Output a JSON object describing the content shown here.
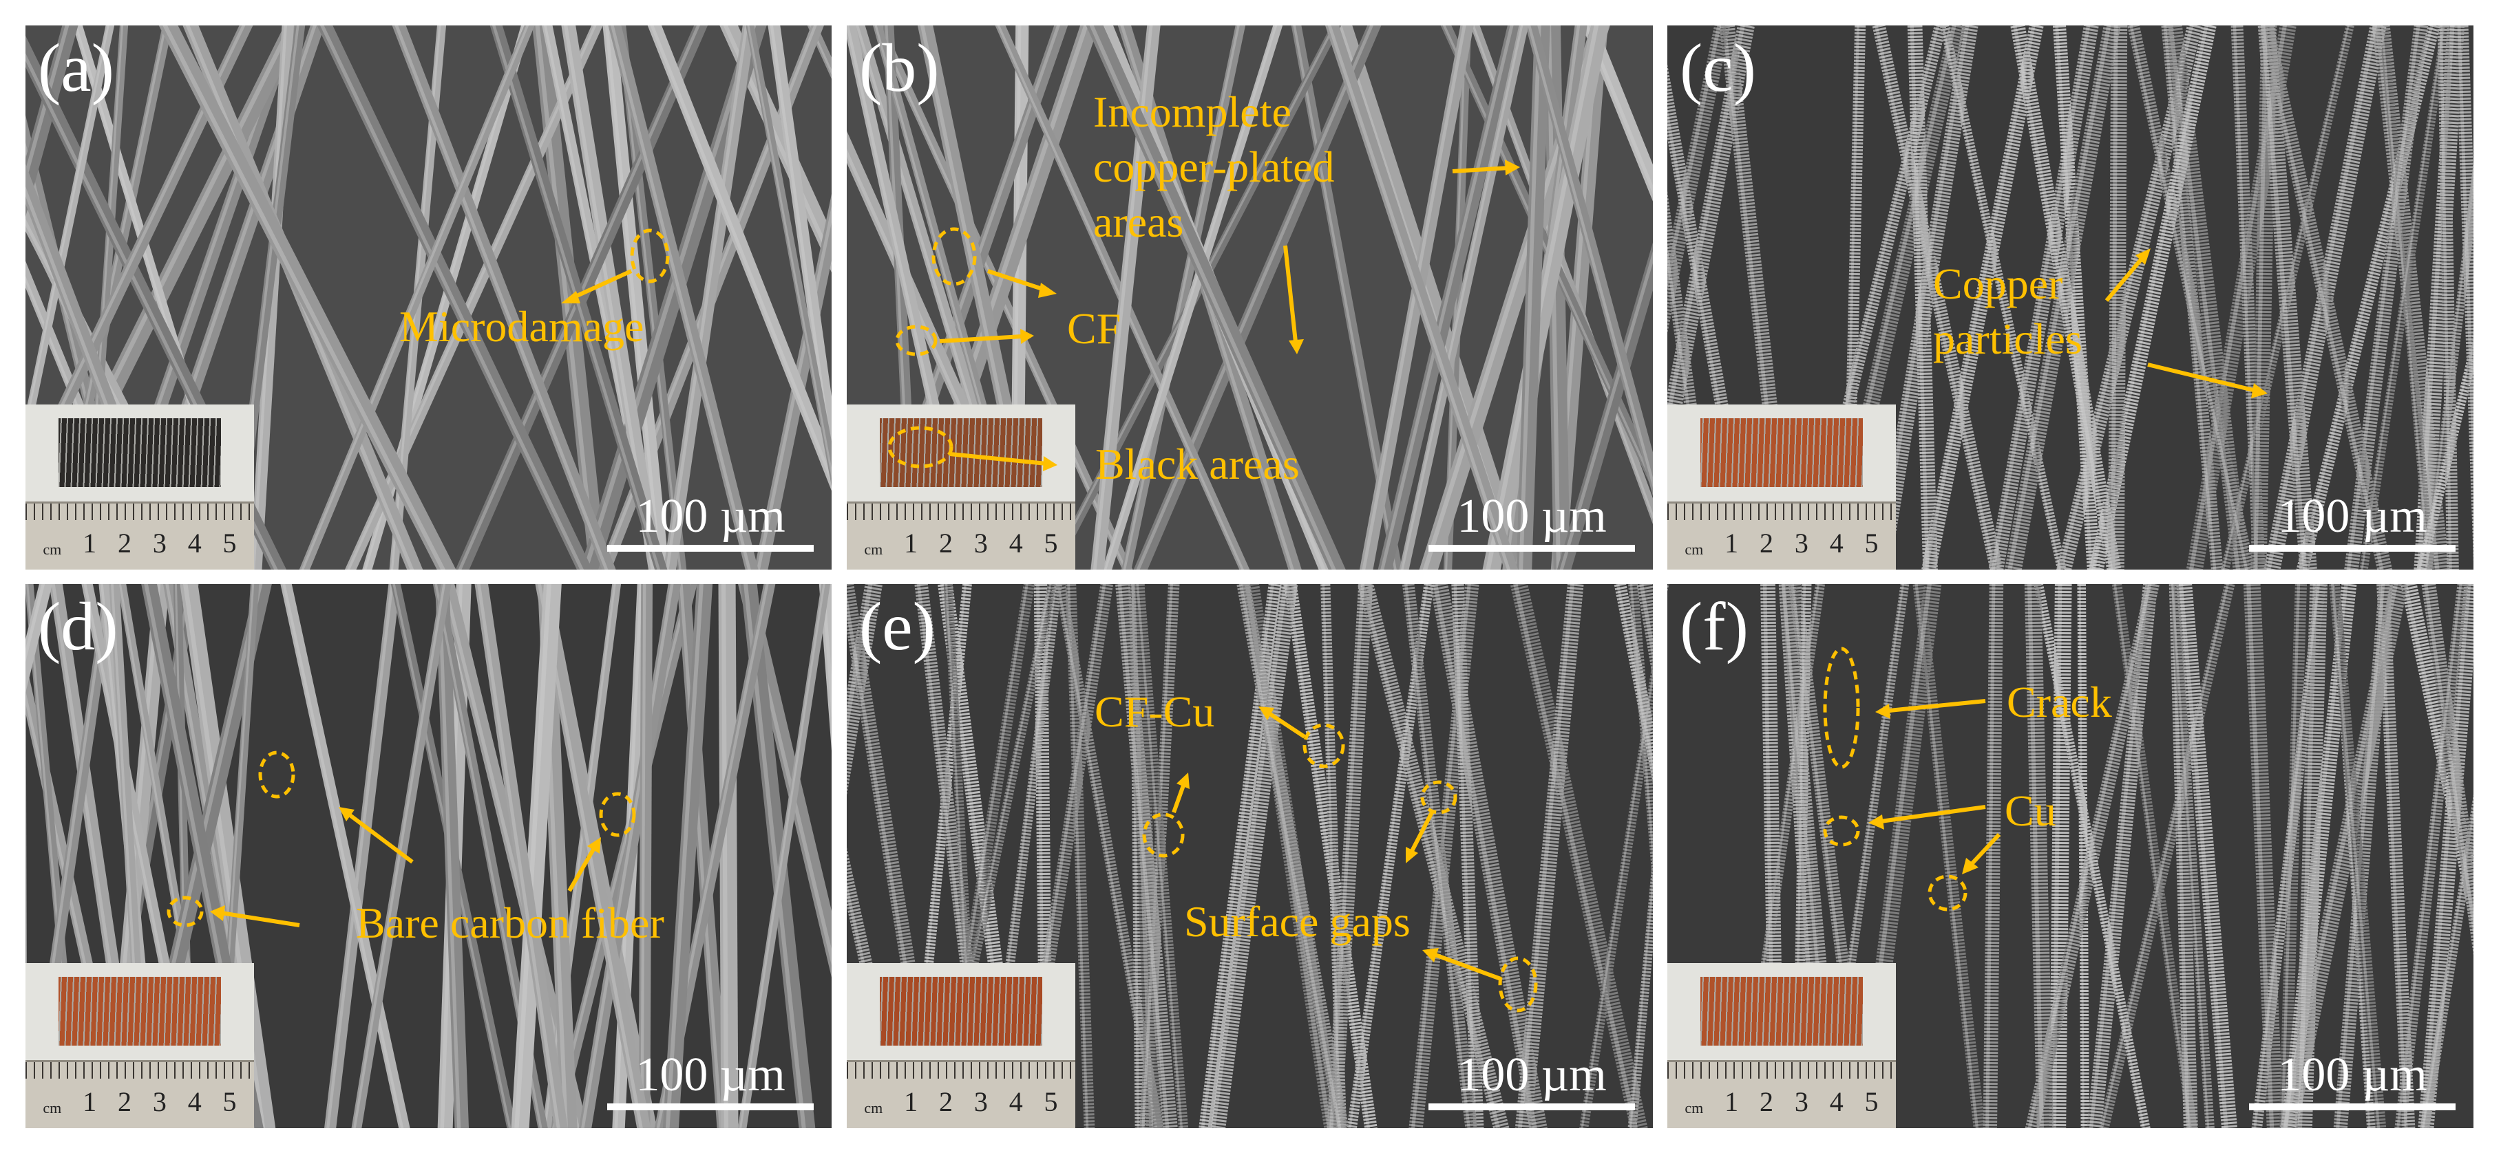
{
  "colors": {
    "annotation": "#ffc000",
    "background": "#ffffff",
    "sem_gray": "#4a4a4a",
    "scale_bar": "#ffffff"
  },
  "panels": [
    {
      "label": "(a)",
      "scale": "100 µm",
      "annotations": [
        "Microdamage"
      ],
      "bundle_color": "#2c2a28",
      "texture": "smooth"
    },
    {
      "label": "(b)",
      "scale": "100 µm",
      "annotations": [
        "Incomplete",
        "copper-plated",
        "areas",
        "CF",
        "Black areas"
      ],
      "bundle_color": "#8c4a2a",
      "texture": "partial"
    },
    {
      "label": "(c)",
      "scale": "100 µm",
      "annotations": [
        "Copper",
        "particles"
      ],
      "bundle_color": "#b0522a",
      "texture": "rough"
    },
    {
      "label": "(d)",
      "scale": "100 µm",
      "annotations": [
        "Bare carbon fiber"
      ],
      "bundle_color": "#b0522a",
      "texture": "smooth"
    },
    {
      "label": "(e)",
      "scale": "100 µm",
      "annotations": [
        "CF-Cu",
        "Surface gaps"
      ],
      "bundle_color": "#a84a24",
      "texture": "rough"
    },
    {
      "label": "(f)",
      "scale": "100 µm",
      "annotations": [
        "Crack",
        "Cu"
      ],
      "bundle_color": "#b0522a",
      "texture": "rough"
    }
  ],
  "ruler_labels": [
    "cm",
    "1",
    "2",
    "3",
    "4",
    "5"
  ]
}
